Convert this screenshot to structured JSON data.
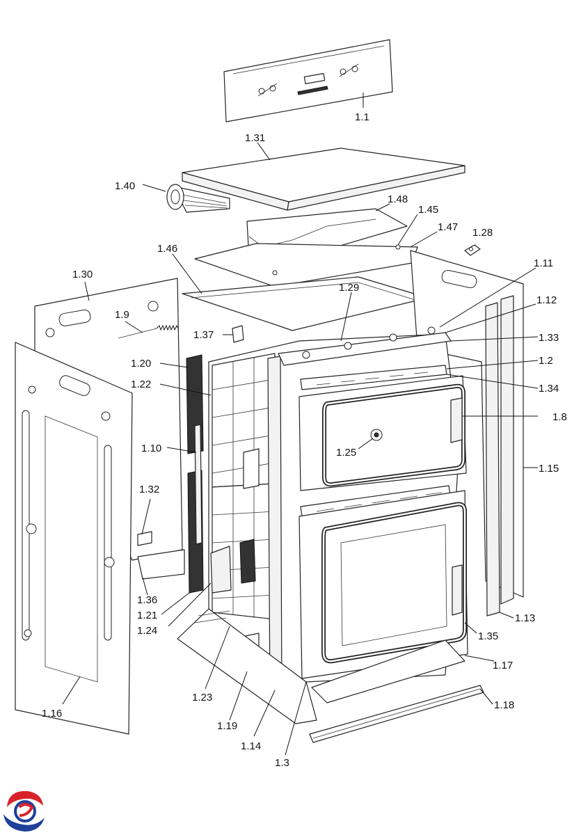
{
  "diagram": {
    "parts": [
      {
        "id": "p1_1",
        "label": "1.1"
      },
      {
        "id": "p1_31",
        "label": "1.31"
      },
      {
        "id": "p1_40",
        "label": "1.40"
      },
      {
        "id": "p1_48",
        "label": "1.48"
      },
      {
        "id": "p1_45",
        "label": "1.45"
      },
      {
        "id": "p1_47",
        "label": "1.47"
      },
      {
        "id": "p1_28",
        "label": "1.28"
      },
      {
        "id": "p1_46",
        "label": "1.46"
      },
      {
        "id": "p1_30",
        "label": "1.30"
      },
      {
        "id": "p1_11",
        "label": "1.11"
      },
      {
        "id": "p1_12",
        "label": "1.12"
      },
      {
        "id": "p1_29",
        "label": "1.29"
      },
      {
        "id": "p1_9",
        "label": "1.9"
      },
      {
        "id": "p1_37",
        "label": "1.37"
      },
      {
        "id": "p1_33",
        "label": "1.33"
      },
      {
        "id": "p1_20",
        "label": "1.20"
      },
      {
        "id": "p1_2",
        "label": "1.2"
      },
      {
        "id": "p1_22",
        "label": "1.22"
      },
      {
        "id": "p1_34",
        "label": "1.34"
      },
      {
        "id": "p1_8",
        "label": "1.8"
      },
      {
        "id": "p1_10",
        "label": "1.10"
      },
      {
        "id": "p1_25",
        "label": "1.25"
      },
      {
        "id": "p1_15",
        "label": "1.15"
      },
      {
        "id": "p1_32",
        "label": "1.32"
      },
      {
        "id": "p1_36",
        "label": "1.36"
      },
      {
        "id": "p1_21",
        "label": "1.21"
      },
      {
        "id": "p1_24",
        "label": "1.24"
      },
      {
        "id": "p1_13",
        "label": "1.13"
      },
      {
        "id": "p1_35",
        "label": "1.35"
      },
      {
        "id": "p1_17",
        "label": "1.17"
      },
      {
        "id": "p1_16",
        "label": "1.16"
      },
      {
        "id": "p1_23",
        "label": "1.23"
      },
      {
        "id": "p1_18",
        "label": "1.18"
      },
      {
        "id": "p1_19",
        "label": "1.19"
      },
      {
        "id": "p1_14",
        "label": "1.14"
      },
      {
        "id": "p1_3",
        "label": "1.3"
      }
    ]
  },
  "logo": {
    "icon": "brand-swirl-icon",
    "colors": {
      "red": "#d8232a",
      "blue": "#1f3f99"
    }
  }
}
